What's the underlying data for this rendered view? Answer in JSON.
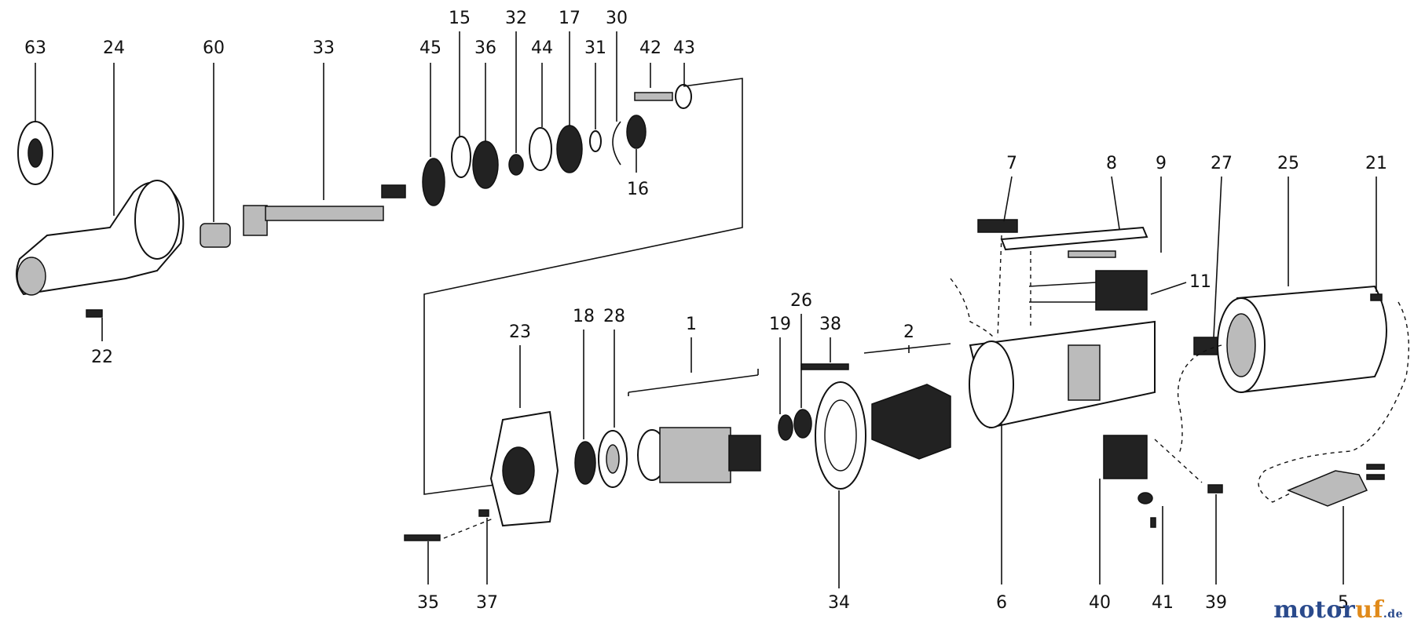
{
  "part_numbers": [
    "63",
    "24",
    "60",
    "33",
    "45",
    "15",
    "36",
    "32",
    "44",
    "17",
    "31",
    "30",
    "42",
    "43",
    "16",
    "22",
    "7",
    "8",
    "9",
    "27",
    "25",
    "21",
    "11",
    "23",
    "18",
    "28",
    "1",
    "19",
    "26",
    "38",
    "2",
    "34",
    "35",
    "37",
    "6",
    "40",
    "41",
    "39",
    "5"
  ],
  "watermark": {
    "brand_left": "motor",
    "brand_accent": "uf",
    "tld": ".de"
  }
}
